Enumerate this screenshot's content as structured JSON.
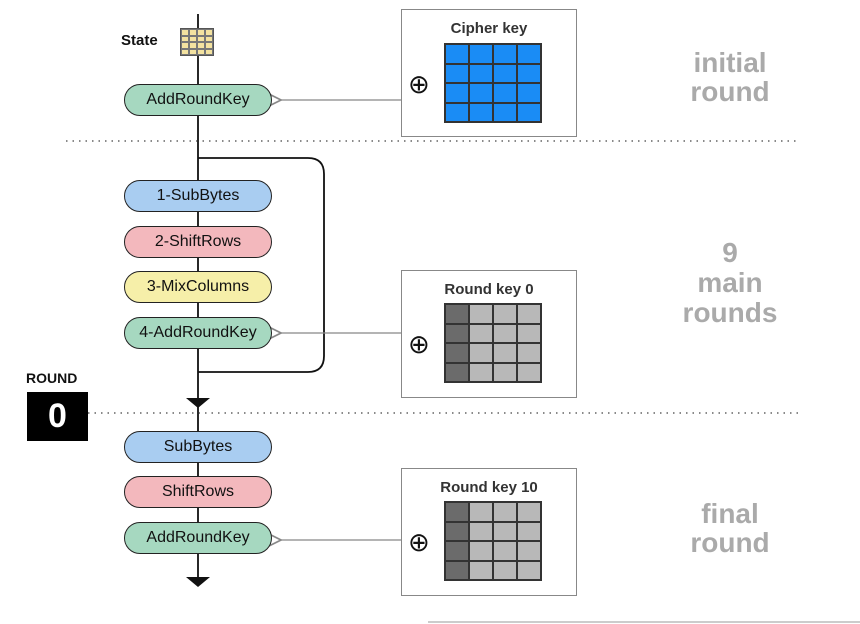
{
  "state": {
    "label": "State"
  },
  "initial": {
    "step": "AddRoundKey",
    "key_title": "Cipher key",
    "xor": "⊕",
    "phase_line1": "initial",
    "phase_line2": "round"
  },
  "main": {
    "steps": [
      "1-SubBytes",
      "2-ShiftRows",
      "3-MixColumns",
      "4-AddRoundKey"
    ],
    "key_title": "Round key  0",
    "xor": "⊕",
    "phase_line1": "9",
    "phase_line2": "main",
    "phase_line3": "rounds"
  },
  "round_counter": {
    "label": "ROUND",
    "value": "0"
  },
  "final": {
    "steps": [
      "SubBytes",
      "ShiftRows",
      "AddRoundKey"
    ],
    "key_title": "Round key 10",
    "xor": "⊕",
    "phase_line1": "final",
    "phase_line2": "round"
  },
  "colors": {
    "cipher_key": "#1a8cf5",
    "add_round_key": "#a6d8c0",
    "sub_bytes": "#a9cdf1",
    "shift_rows": "#f3b8bd",
    "mix_columns": "#f6efa9"
  }
}
